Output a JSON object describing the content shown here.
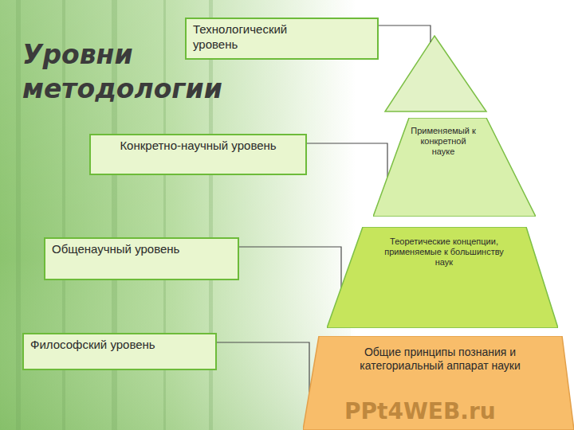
{
  "diagram": {
    "title": "Уровни методологии",
    "nodes": [
      {
        "text": [
          "Технологический уровень"
        ]
      },
      {
        "text": [
          "Конкретно-научный уровень"
        ]
      },
      {
        "text": [
          "Применяемый к конкретной науке"
        ]
      },
      {
        "text": [
          "Общенаучный уровень"
        ]
      },
      {
        "text": [
          "Теоретические концепции, применяемые к большинству наук"
        ]
      },
      {
        "text": [
          "Философский уровень"
        ]
      },
      {
        "text": [
          "Общие принципы познания и категориальный аппарат науки"
        ]
      }
    ],
    "edges": [
      {
        "from": 1,
        "to": 2,
        "arrow": "none"
      },
      {
        "from": 3,
        "to": 4,
        "arrow": "none"
      },
      {
        "from": 5,
        "to": 6,
        "arrow": "none"
      }
    ],
    "labels": [
      "PPt4WEB.ru"
    ]
  }
}
